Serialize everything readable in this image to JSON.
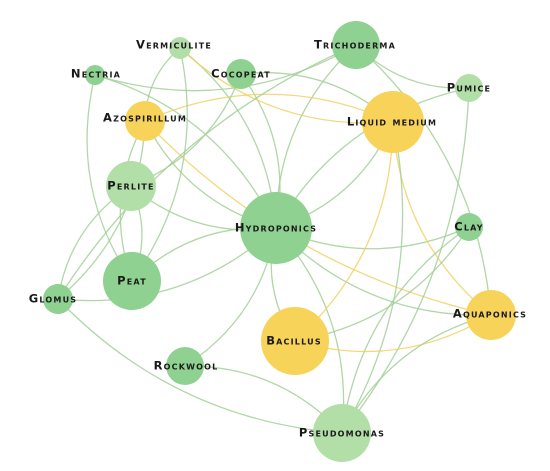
{
  "colors": {
    "green_node": "#8fd191",
    "light_green_node": "#b2dea8",
    "yellow_node": "#f8d35a",
    "green_edge": "#a3cf98",
    "yellow_edge": "#f0d263"
  },
  "nodes": [
    {
      "id": "vermiculite",
      "label": "Vermiculite",
      "color": "light_green_node"
    },
    {
      "id": "trichoderma",
      "label": "Trichoderma",
      "color": "green_node"
    },
    {
      "id": "nectria",
      "label": "Nectria",
      "color": "green_node"
    },
    {
      "id": "cocopeat",
      "label": "Cocopeat",
      "color": "green_node"
    },
    {
      "id": "pumice",
      "label": "Pumice",
      "color": "light_green_node"
    },
    {
      "id": "azospirillum",
      "label": "Azospirillum",
      "color": "yellow_node"
    },
    {
      "id": "liquid_medium",
      "label": "Liquid medium",
      "color": "yellow_node"
    },
    {
      "id": "perlite",
      "label": "Perlite",
      "color": "light_green_node"
    },
    {
      "id": "hydroponics",
      "label": "Hydroponics",
      "color": "green_node"
    },
    {
      "id": "clay",
      "label": "Clay",
      "color": "green_node"
    },
    {
      "id": "peat",
      "label": "Peat",
      "color": "green_node"
    },
    {
      "id": "glomus",
      "label": "Glomus",
      "color": "green_node"
    },
    {
      "id": "aquaponics",
      "label": "Aquaponics",
      "color": "yellow_node"
    },
    {
      "id": "bacillus",
      "label": "Bacillus",
      "color": "yellow_node"
    },
    {
      "id": "rockwool",
      "label": "Rockwool",
      "color": "green_node"
    },
    {
      "id": "pseudomonas",
      "label": "Pseudomonas",
      "color": "light_green_node"
    }
  ],
  "edges": [
    [
      "hydroponics",
      "vermiculite",
      "green_edge"
    ],
    [
      "hydroponics",
      "trichoderma",
      "green_edge"
    ],
    [
      "hydroponics",
      "cocopeat",
      "green_edge"
    ],
    [
      "hydroponics",
      "perlite",
      "green_edge"
    ],
    [
      "hydroponics",
      "peat",
      "green_edge"
    ],
    [
      "hydroponics",
      "glomus",
      "green_edge"
    ],
    [
      "hydroponics",
      "clay",
      "green_edge"
    ],
    [
      "hydroponics",
      "rockwool",
      "green_edge"
    ],
    [
      "hydroponics",
      "bacillus",
      "green_edge"
    ],
    [
      "hydroponics",
      "azospirillum",
      "green_edge"
    ],
    [
      "hydroponics",
      "nectria",
      "green_edge"
    ],
    [
      "hydroponics",
      "pumice",
      "green_edge"
    ],
    [
      "hydroponics",
      "liquid_medium",
      "green_edge"
    ],
    [
      "hydroponics",
      "pseudomonas",
      "green_edge"
    ],
    [
      "hydroponics",
      "aquaponics",
      "green_edge"
    ],
    [
      "azospirillum",
      "liquid_medium",
      "yellow_edge"
    ],
    [
      "azospirillum",
      "aquaponics",
      "yellow_edge"
    ],
    [
      "azospirillum",
      "vermiculite",
      "green_edge"
    ],
    [
      "azospirillum",
      "peat",
      "green_edge"
    ],
    [
      "azospirillum",
      "glomus",
      "green_edge"
    ],
    [
      "vermiculite",
      "liquid_medium",
      "yellow_edge"
    ],
    [
      "liquid_medium",
      "bacillus",
      "yellow_edge"
    ],
    [
      "liquid_medium",
      "aquaponics",
      "yellow_edge"
    ],
    [
      "liquid_medium",
      "pseudomonas",
      "green_edge"
    ],
    [
      "liquid_medium",
      "cocopeat",
      "green_edge"
    ],
    [
      "trichoderma",
      "aquaponics",
      "green_edge"
    ],
    [
      "trichoderma",
      "pumice",
      "green_edge"
    ],
    [
      "trichoderma",
      "nectria",
      "green_edge"
    ],
    [
      "trichoderma",
      "glomus",
      "green_edge"
    ],
    [
      "pumice",
      "pseudomonas",
      "green_edge"
    ],
    [
      "clay",
      "pseudomonas",
      "green_edge"
    ],
    [
      "clay",
      "bacillus",
      "green_edge"
    ],
    [
      "bacillus",
      "aquaponics",
      "yellow_edge"
    ],
    [
      "rockwool",
      "pseudomonas",
      "green_edge"
    ],
    [
      "perlite",
      "glomus",
      "green_edge"
    ],
    [
      "perlite",
      "peat",
      "green_edge"
    ],
    [
      "nectria",
      "peat",
      "green_edge"
    ],
    [
      "cocopeat",
      "perlite",
      "green_edge"
    ],
    [
      "glomus",
      "pseudomonas",
      "green_edge"
    ],
    [
      "vermiculite",
      "peat",
      "green_edge"
    ],
    [
      "aquaponics",
      "pseudomonas",
      "green_edge"
    ]
  ]
}
